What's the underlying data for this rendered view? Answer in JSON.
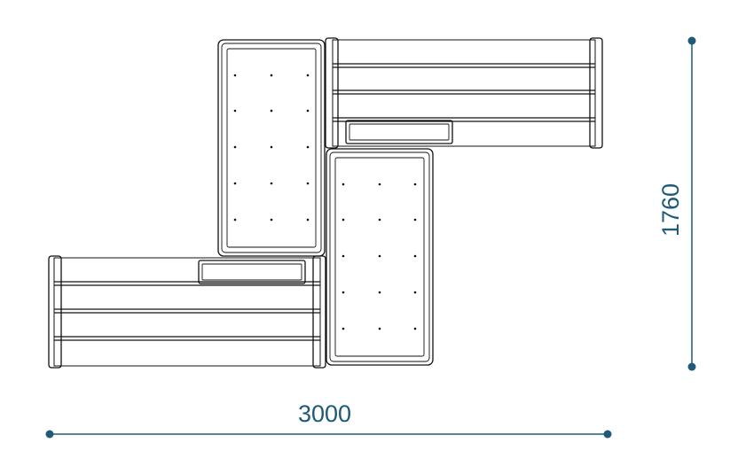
{
  "dimensions": {
    "width": {
      "label": "3000",
      "value": 3000
    },
    "height": {
      "label": "1760",
      "value": 1760
    }
  },
  "colors": {
    "dimension": "#1f5a78",
    "outline": "#111111",
    "background": "#ffffff"
  }
}
